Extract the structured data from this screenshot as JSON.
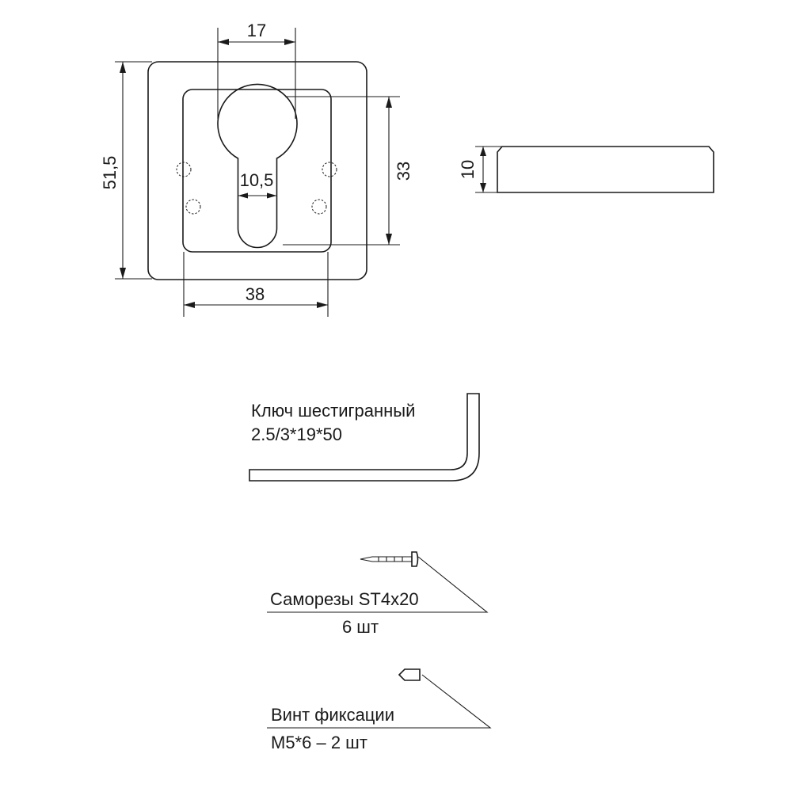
{
  "dimensions": {
    "keyhole_width": "17",
    "outer_height": "51,5",
    "slot_width": "10,5",
    "inner_height": "33",
    "inner_width": "38",
    "thickness": "10"
  },
  "parts": {
    "hex_key": {
      "name": "Ключ шестигранный",
      "size": "2.5/3*19*50"
    },
    "screws": {
      "name": "Саморезы ST4x20",
      "qty": "6 шт"
    },
    "set_screw": {
      "name": "Винт фиксации",
      "size_qty": "М5*6 – 2 шт"
    }
  }
}
